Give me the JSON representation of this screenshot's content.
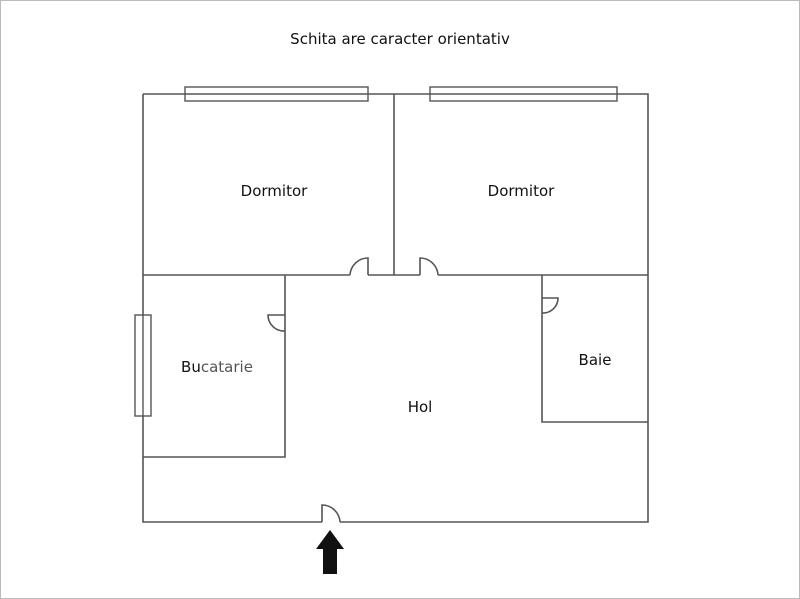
{
  "title": "Schita are caracter orientativ",
  "rooms": {
    "dormitor_left": "Dormitor",
    "dormitor_right": "Dormitor",
    "bucatarie_a": "Bu",
    "bucatarie_b": "catarie",
    "hol": "Hol",
    "baie": "Baie"
  },
  "colors": {
    "wall": "#555555",
    "arrow": "#111111",
    "text": "#111111",
    "muted": "#555555"
  }
}
